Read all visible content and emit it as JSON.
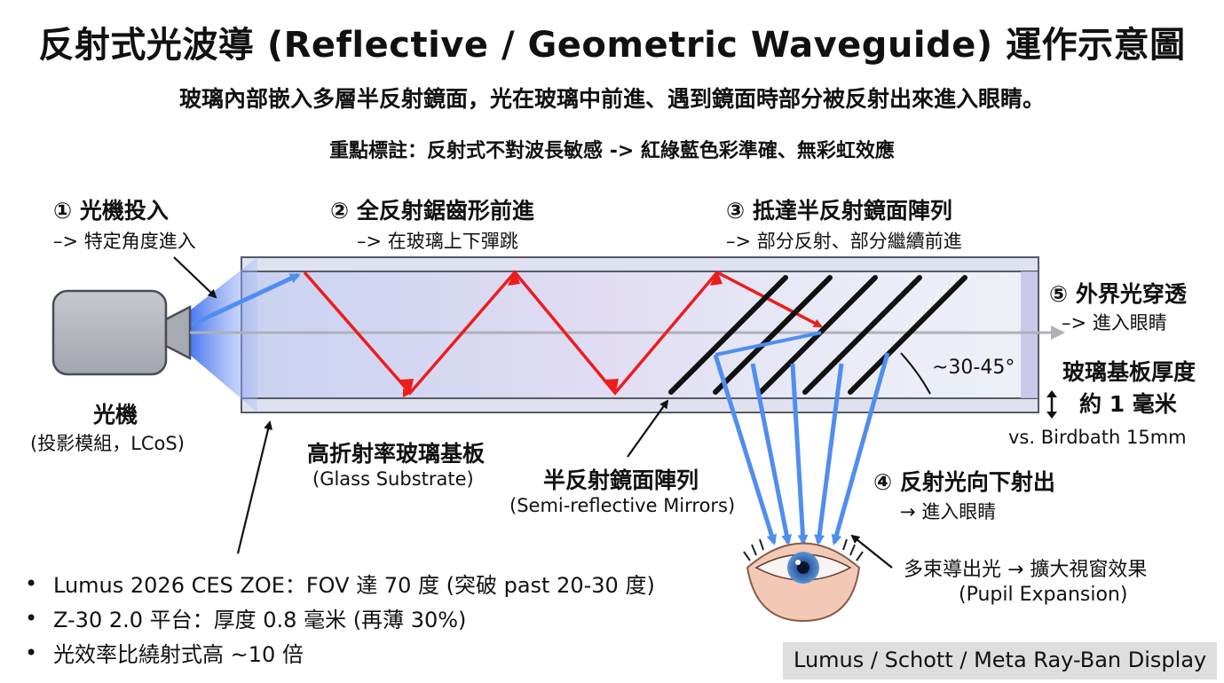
{
  "title": "反射式光波導 (Reflective / Geometric Waveguide) 運作示意圖",
  "subtitle": "玻璃內部嵌入多層半反射鏡面，光在玻璃中前進、遇到鏡面時部分被反射出來進入眼睛。",
  "note": "重點標註：反射式不對波長敏感 -> 紅綠藍色彩準確、無彩虹效應",
  "steps": {
    "s1": {
      "title": "① 光機投入",
      "desc": "–> 特定角度進入"
    },
    "s2": {
      "title": "② 全反射鋸齒形前進",
      "desc": "–> 在玻璃上下彈跳"
    },
    "s3": {
      "title": "③ 抵達半反射鏡面陣列",
      "desc": "–> 部分反射、部分繼續前進"
    },
    "s4": {
      "title": "④ 反射光向下射出",
      "desc": "→ 進入眼睛"
    },
    "s5": {
      "title": "⑤ 外界光穿透",
      "desc": "–> 進入眼睛"
    }
  },
  "projector": {
    "title": "光機",
    "desc": "(投影模組，LCoS)"
  },
  "substrate": {
    "title": "高折射率玻璃基板",
    "desc": "(Glass Substrate)"
  },
  "mirrors": {
    "title": "半反射鏡面陣列",
    "desc": "(Semi-reflective Mirrors)"
  },
  "angle": "~30-45°",
  "thickness": {
    "title": "玻璃基板厚度",
    "value": "約 1 毫米",
    "compare": "vs. Birdbath 15mm"
  },
  "pupil": {
    "title": "多束導出光 → 擴大視窗效果",
    "desc": "(Pupil Expansion)"
  },
  "bullets": [
    "Lumus 2026 CES ZOE：FOV 達 70 度 (突破 past 20-30 度)",
    "Z-30 2.0 平台：厚度 0.8 毫米 (再薄 30%)",
    "光效率比繞射式高 ~10 倍"
  ],
  "source": "Lumus / Schott / Meta Ray-Ban Display",
  "colors": {
    "ray_red": "#ee1c1c",
    "ray_blue": "#4f8ef0",
    "glass_edge": "#cfd3e3",
    "mirror": "#111111",
    "projector": "#b7bac3"
  },
  "icons": [
    "projector-icon",
    "eye-icon",
    "thickness-arrow-icon"
  ]
}
